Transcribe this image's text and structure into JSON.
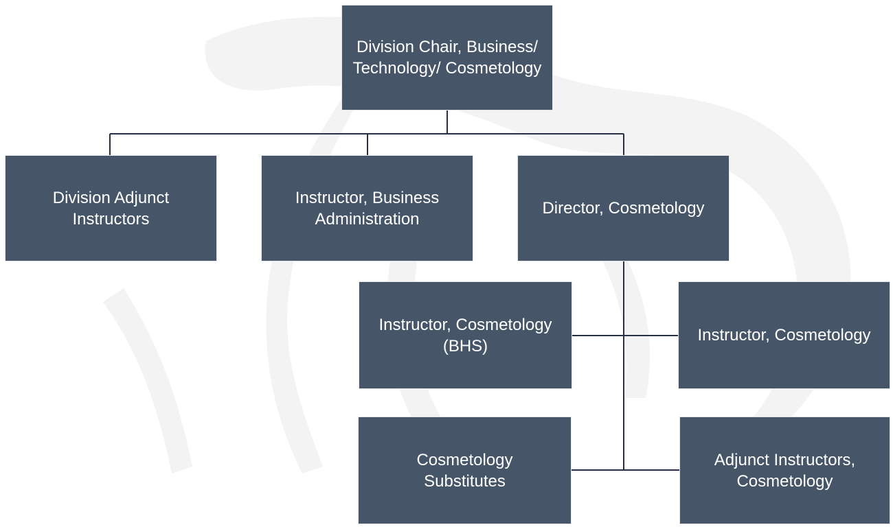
{
  "colors": {
    "box_fill": "#475569",
    "connector": "#263042",
    "text": "#ffffff",
    "watermark": "#f2f2f2"
  },
  "watermark": {
    "icon": "horse-silhouette-icon"
  },
  "org_chart": {
    "root": {
      "label": "Division Chair, Business/ Technology/ Cosmetology"
    },
    "level_two": [
      {
        "label": "Division Adjunct Instructors"
      },
      {
        "label": "Instructor, Business Administration"
      },
      {
        "label": "Director, Cosmetology"
      }
    ],
    "cosmetology_reports": [
      {
        "label": "Instructor, Cosmetology (BHS)"
      },
      {
        "label": "Instructor, Cosmetology"
      },
      {
        "label": "Cosmetology Substitutes"
      },
      {
        "label": "Adjunct Instructors, Cosmetology"
      }
    ]
  }
}
